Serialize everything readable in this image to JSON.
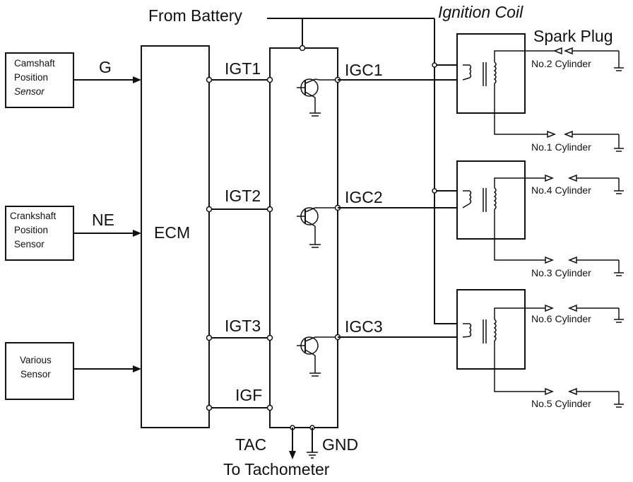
{
  "top": {
    "from_battery": "From Battery",
    "ignition_coil": "Ignition Coil",
    "spark_plug": "Spark Plug"
  },
  "sensors": {
    "camshaft": [
      "Camshaft",
      "Position",
      "Sensor"
    ],
    "crankshaft": [
      "Crankshaft",
      "Position",
      "Sensor"
    ],
    "various": [
      "Various",
      "Sensor"
    ]
  },
  "signals": {
    "g": "G",
    "ne": "NE"
  },
  "ecm": {
    "label": "ECM"
  },
  "igniter": {
    "igt": [
      "IGT1",
      "IGT2",
      "IGT3"
    ],
    "igf": "IGF",
    "igc": [
      "IGC1",
      "IGC2",
      "IGC3"
    ]
  },
  "bottom": {
    "tac": "TAC",
    "gnd": "GND",
    "to_tachometer": "To Tachometer"
  },
  "cylinders": [
    "No.2 Cylinder",
    "No.1 Cylinder",
    "No.4 Cylinder",
    "No.3 Cylinder",
    "No.6 Cylinder",
    "No.5 Cylinder"
  ]
}
